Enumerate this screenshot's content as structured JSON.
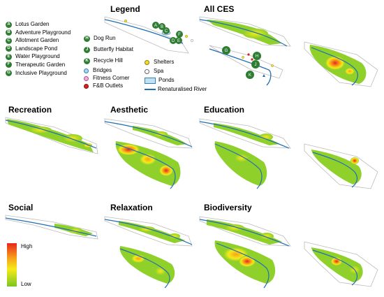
{
  "panels": {
    "legend_title": "Legend",
    "all_ces": "All CES",
    "recreation": "Recreation",
    "aesthetic": "Aesthetic",
    "education": "Education",
    "social": "Social",
    "relaxation": "Relaxation",
    "biodiversity": "Biodiversity"
  },
  "legend": {
    "features_left": [
      {
        "code": "A",
        "label": "Lotus Garden"
      },
      {
        "code": "B",
        "label": "Adventure Playground"
      },
      {
        "code": "C",
        "label": "Allotment Garden"
      },
      {
        "code": "D",
        "label": "Landscape Pond"
      },
      {
        "code": "E",
        "label": "Water Playground"
      },
      {
        "code": "F",
        "label": "Therapeutic Garden"
      },
      {
        "code": "G",
        "label": "Inclusive Playground"
      }
    ],
    "features_right": [
      {
        "code": "H",
        "label": "Dog Run"
      },
      {
        "code": "J",
        "label": "Butterfly Habitat"
      },
      {
        "code": "K",
        "label": "Recycle Hill"
      }
    ],
    "facilities": [
      {
        "label": "Bridges",
        "color": "#a8d8f0",
        "border": "#3a7fb0"
      },
      {
        "label": "Fitness Corner",
        "color": "#f0b0d8",
        "border": "#b04a90"
      },
      {
        "label": "F&B Outlets",
        "color": "#d42020",
        "border": "#901010"
      }
    ],
    "facilities_right": [
      {
        "label": "Shelters",
        "color": "#f2e020",
        "border": "#8a7a10"
      },
      {
        "label": "Spa",
        "color": "#ffffff",
        "border": "#666666"
      },
      {
        "label": "Ponds",
        "color": "#bfe3f5",
        "border": "#3a7fb0"
      },
      {
        "label": "Renaturalised River",
        "color": "#1f6fb5",
        "border": "#1f6fb5"
      }
    ],
    "map_markers_top": [
      "A",
      "B",
      "C",
      "D",
      "E",
      "F"
    ],
    "map_markers_bottom": [
      "G",
      "H",
      "J",
      "K"
    ]
  },
  "scale": {
    "high": "High",
    "low": "Low",
    "colors": [
      "#e8261d",
      "#f6a318",
      "#f5ea1a",
      "#7bc61f"
    ]
  }
}
